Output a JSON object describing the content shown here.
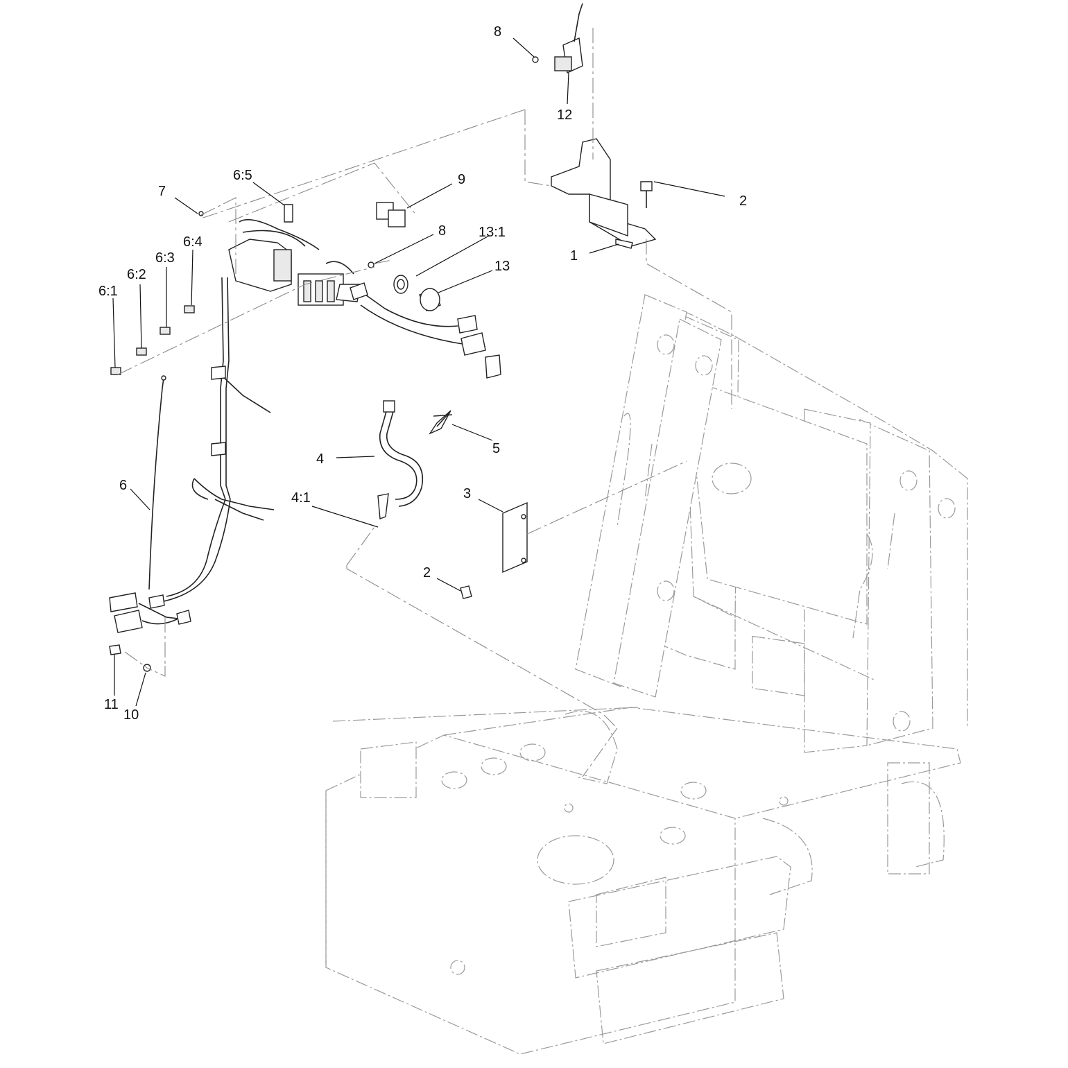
{
  "diagram": {
    "callouts": {
      "c8a": "8",
      "c12": "12",
      "c2a": "2",
      "c1": "1",
      "c7": "7",
      "c65": "6:5",
      "c9": "9",
      "c8b": "8",
      "c131": "13:1",
      "c13": "13",
      "c64": "6:4",
      "c63": "6:3",
      "c62": "6:2",
      "c61": "6:1",
      "c5": "5",
      "c4": "4",
      "c41": "4:1",
      "c3": "3",
      "c6": "6",
      "c2b": "2",
      "c11": "11",
      "c10": "10"
    }
  }
}
